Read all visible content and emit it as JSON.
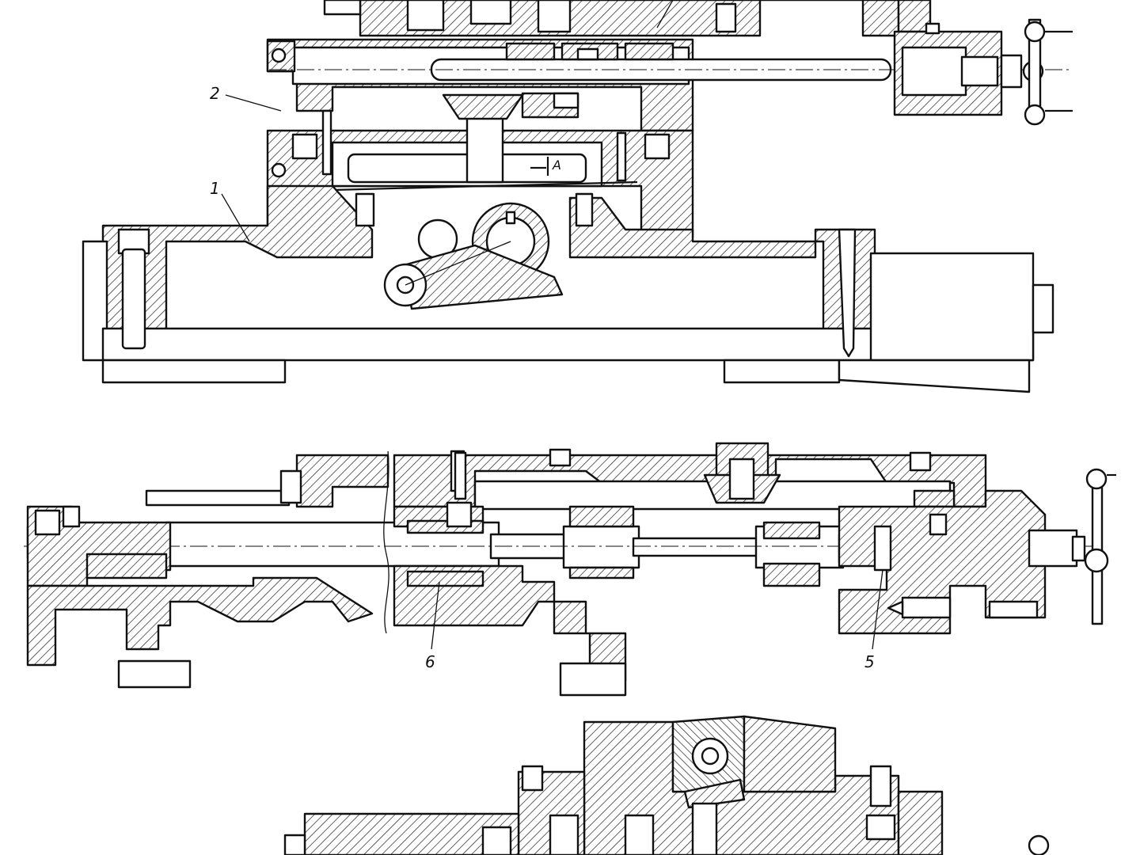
{
  "labels": {
    "part_1": "1",
    "part_2": "2",
    "part_5": "5",
    "part_6": "6",
    "section_a": "A"
  }
}
